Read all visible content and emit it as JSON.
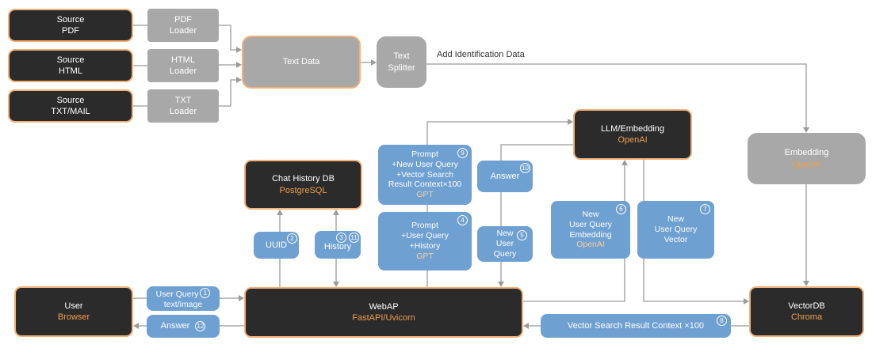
{
  "diagram": {
    "annotation": "Add Identification Data",
    "colors": {
      "box_dark": "#2b2b2b",
      "box_dark_border": "#f2b179",
      "box_gray": "#a8a8a8",
      "box_blue": "#6fa0d2",
      "accent_orange": "#ef9e4f",
      "accent_peach": "#f5cf9e",
      "connector_gray": "#9b9b9b"
    },
    "nodes": {
      "source_pdf": {
        "title": "Source",
        "subtitle": "PDF"
      },
      "source_html": {
        "title": "Source",
        "subtitle": "HTML"
      },
      "source_txt": {
        "title": "Source",
        "subtitle": "TXT/MAIL"
      },
      "pdf_loader": {
        "title": "PDF",
        "subtitle": "Loader"
      },
      "html_loader": {
        "title": "HTML",
        "subtitle": "Loader"
      },
      "txt_loader": {
        "title": "TXT",
        "subtitle": "Loader"
      },
      "text_data": {
        "title": "Text Data"
      },
      "text_splitter": {
        "title": "Text",
        "subtitle": "Splitter"
      },
      "llm_embedding": {
        "title": "LLM/Embedding",
        "tech": "OpenAI"
      },
      "embedding": {
        "title": "Embedding",
        "tech": "OpenAI"
      },
      "chat_history_db": {
        "title": "Chat History DB",
        "tech": "PostgreSQL"
      },
      "prompt_9": {
        "lines": [
          "Prompt",
          "+New User Query",
          "+Vector Search",
          "Result Context×100"
        ],
        "tech": "GPT",
        "step": "9"
      },
      "answer_10": {
        "title": "Answer",
        "step": "10"
      },
      "prompt_4": {
        "lines": [
          "Prompt",
          "+User Query",
          "+History"
        ],
        "tech": "GPT",
        "step": "4"
      },
      "new_user_query_5": {
        "lines": [
          "New",
          "User",
          "Query"
        ],
        "step": "5"
      },
      "new_user_query_embedding_6": {
        "lines": [
          "New",
          "User Query",
          "Embedding"
        ],
        "tech": "OpenAI",
        "step": "6"
      },
      "new_user_query_vector_7": {
        "lines": [
          "New",
          "User Query",
          "Vector"
        ],
        "step": "7"
      },
      "uuid_2": {
        "title": "UUID",
        "step": "2"
      },
      "history_3_11": {
        "title": "History",
        "steps": [
          "3",
          "11"
        ]
      },
      "user_browser": {
        "title": "User",
        "tech": "Browser"
      },
      "user_query_1": {
        "title": "User Query",
        "subtitle": "text/image",
        "step": "1"
      },
      "answer_12": {
        "title": "Answer",
        "step": "12"
      },
      "webap": {
        "title": "WebAP",
        "tech": "FastAPI/Uvicorn"
      },
      "vector_search_8": {
        "title": "Vector Search Result Context ×100",
        "step": "8"
      },
      "vectordb": {
        "title": "VectorDB",
        "tech": "Chroma"
      }
    }
  }
}
